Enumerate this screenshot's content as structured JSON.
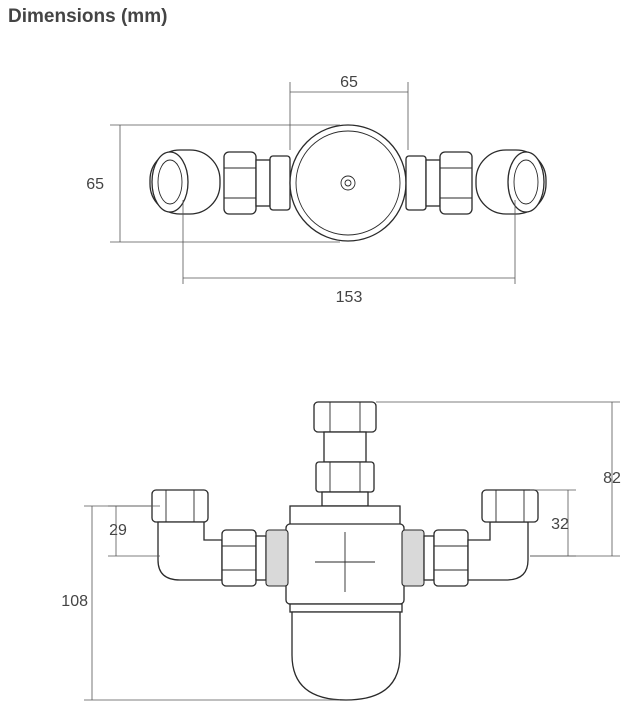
{
  "heading": "Dimensions (mm)",
  "top_view": {
    "dim_width_top": "65",
    "dim_height_left": "65",
    "dim_overall_width": "153"
  },
  "front_view": {
    "dim_left_small": "29",
    "dim_left_tall": "108",
    "dim_right_small": "32",
    "dim_right_tall": "82"
  },
  "colors": {
    "text": "#444444",
    "line": "#2a2a2a"
  }
}
